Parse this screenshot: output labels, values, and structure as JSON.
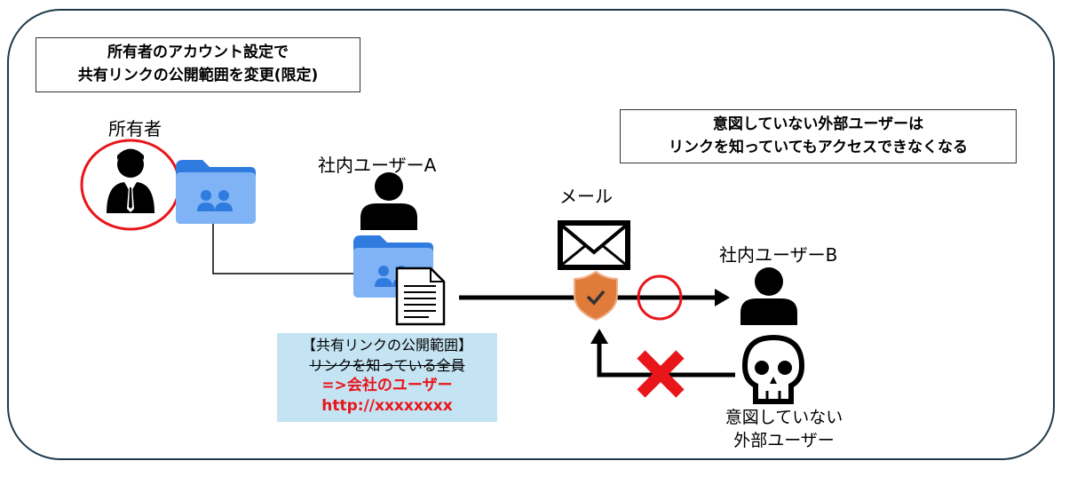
{
  "title_note": {
    "line1": "所有者のアカウント設定で",
    "line2": "共有リンクの公開範囲を変更(限定)"
  },
  "result_note": {
    "line1": "意図していない外部ユーザーは",
    "line2": "リンクを知っていてもアクセスできなくなる"
  },
  "owner_label": "所有者",
  "user_a_label": "社内ユーザーA",
  "mail_label": "メール",
  "user_b_label": "社内ユーザーB",
  "external_label": {
    "line1": "意図していない",
    "line2": "外部ユーザー"
  },
  "share_info": {
    "heading": "【共有リンクの公開範囲】",
    "old_value": "リンクを知っている全員",
    "new_value": "=>会社のユーザー",
    "url": "http://xxxxxxxx"
  },
  "colors": {
    "accent_red": "#e8151b",
    "folder_blue": "#4a90e2",
    "shield_orange": "#e07b39",
    "info_bg": "#c5e4f3"
  }
}
